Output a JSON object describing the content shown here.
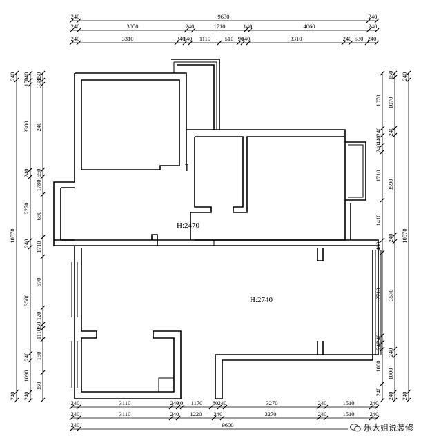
{
  "rooms": {
    "upper_height": "H:2470",
    "lower_height": "H:2740"
  },
  "dimensions": {
    "top_total": [
      "240",
      "9630",
      "240"
    ],
    "top_row1": [
      "240",
      "3050",
      "240",
      "1710",
      "140",
      "4060",
      "240"
    ],
    "top_row2": [
      "240",
      "3310",
      "340",
      "140",
      "1110",
      "510",
      "90",
      "140",
      "3310",
      "240",
      "530",
      "240"
    ],
    "bottom_row1": [
      "240",
      "3110",
      "240",
      "40",
      "1170",
      "80",
      "240",
      "3270",
      "240",
      "1510",
      "240"
    ],
    "bottom_row2": [
      "240",
      "3110",
      "240",
      "1220",
      "240",
      "3270",
      "240",
      "1510",
      "240"
    ],
    "bottom_total": [
      "240",
      "9600"
    ],
    "left_outer": [
      "240",
      "10570",
      "240"
    ],
    "left_mid": [
      "240",
      "150",
      "3380",
      "240",
      "2270",
      "240",
      "3580",
      "240",
      "1090",
      "240"
    ],
    "left_inner": [
      "150",
      "3380",
      "240",
      "650",
      "1780",
      "650",
      "1710",
      "570",
      "120",
      "350",
      "1110",
      "150",
      "350"
    ],
    "right_outer": [
      "240",
      "10570",
      "240"
    ],
    "right_mid": [
      "150",
      "1070",
      "240",
      "3590",
      "240",
      "3570",
      "240",
      "1000",
      "240"
    ],
    "right_inner": [
      "1070",
      "240",
      "440",
      "240",
      "1710",
      "1410",
      "460",
      "2710",
      "240",
      "240",
      "1000",
      "240"
    ]
  },
  "watermark": {
    "text": "乐大姐说装修",
    "icon": "wechat-icon"
  }
}
